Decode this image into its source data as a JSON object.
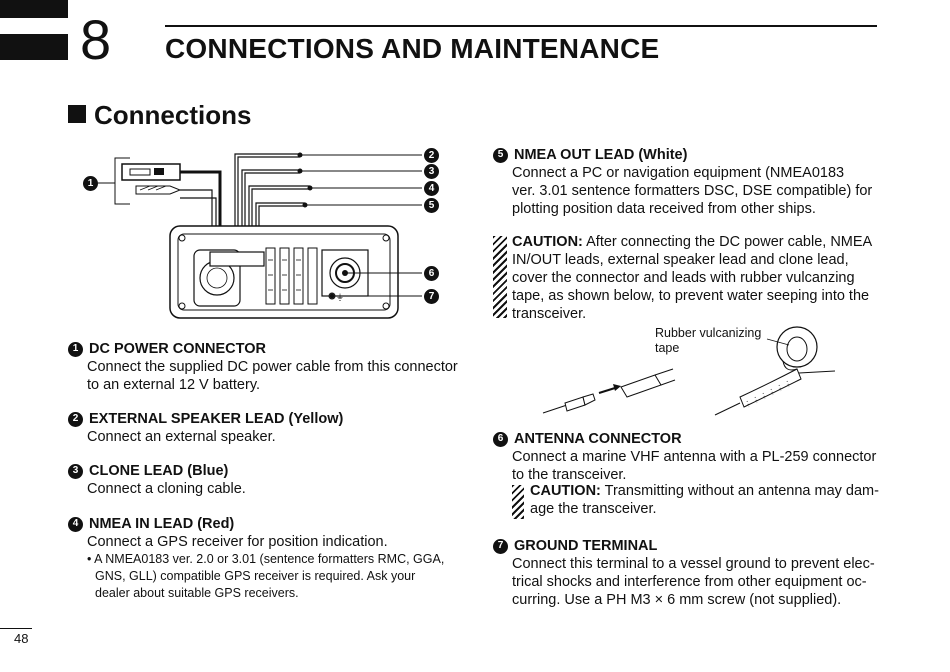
{
  "chapter": {
    "number": "8",
    "title": "CONNECTIONS AND MAINTENANCE"
  },
  "section": {
    "title": "Connections"
  },
  "page_number": "48",
  "diagram": {
    "callouts": [
      "❶",
      "❷",
      "❸",
      "❹",
      "❺",
      "❻",
      "❼"
    ],
    "tape_label_1": "Rubber vulcanizing",
    "tape_label_2": "tape"
  },
  "left_items": [
    {
      "num": "1",
      "title": "DC POWER CONNECTOR",
      "lines": [
        "Connect the supplied DC power cable from this connector",
        "to an external 12 V battery."
      ]
    },
    {
      "num": "2",
      "title": "EXTERNAL SPEAKER LEAD (Yellow)",
      "lines": [
        "Connect an external speaker."
      ]
    },
    {
      "num": "3",
      "title": "CLONE LEAD (Blue)",
      "lines": [
        "Connect a cloning cable."
      ]
    },
    {
      "num": "4",
      "title": "NMEA IN LEAD (Red)",
      "lines": [
        "Connect a GPS receiver for position indication."
      ],
      "note": [
        "• A NMEA0183 ver. 2.0 or 3.01 (sentence formatters RMC, GGA,",
        "GNS, GLL) compatible GPS receiver is required. Ask your",
        "dealer about suitable GPS receivers."
      ]
    }
  ],
  "right_items": [
    {
      "num": "5",
      "title": "NMEA OUT LEAD (White)",
      "lines": [
        "Connect a PC or navigation equipment (NMEA0183",
        "ver. 3.01 sentence formatters DSC, DSE compatible) for",
        "plotting position data received from other ships."
      ]
    },
    {
      "num": "6",
      "title": "ANTENNA CONNECTOR",
      "lines": [
        "Connect a marine VHF antenna with a PL-259 connector",
        "to the transceiver."
      ]
    },
    {
      "num": "7",
      "title": "GROUND TERMINAL",
      "lines": [
        "Connect this terminal to a vessel ground to prevent elec-",
        "trical shocks and interference from other equipment oc-",
        "curring. Use a PH M3 × 6 mm screw (not supplied)."
      ]
    }
  ],
  "caution1": {
    "label": "CAUTION:",
    "lines": [
      " After connecting the DC power cable, NMEA",
      "IN/OUT leads, external speaker lead and clone lead,",
      "cover the connector and leads with rubber vulcanzing",
      "tape, as shown below, to prevent water seeping into the",
      "transceiver."
    ]
  },
  "caution2": {
    "label": "CAUTION:",
    "lines": [
      " Transmitting without an antenna may dam-",
      "age the transceiver."
    ]
  }
}
